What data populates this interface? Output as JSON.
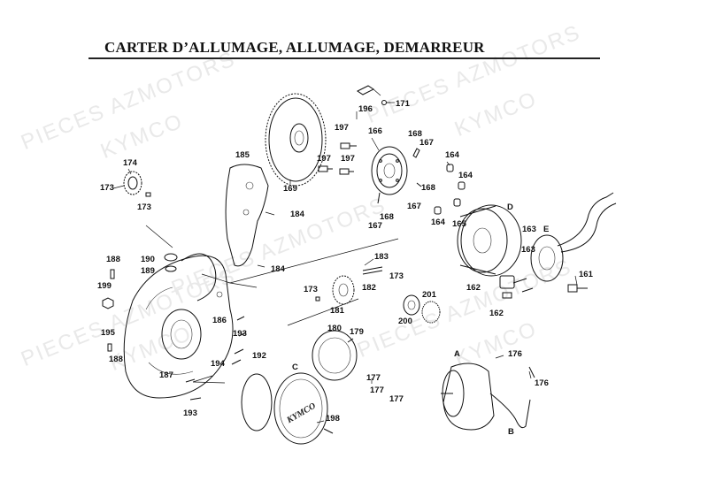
{
  "title": "CARTER D’ALLUMAGE, ALLUMAGE, DEMARREUR",
  "watermarks": [
    "PIECES AZMOTORS",
    "KYMCO"
  ],
  "labels": [
    {
      "id": "196",
      "text": "196"
    },
    {
      "id": "171",
      "text": "171"
    },
    {
      "id": "197a",
      "text": "197"
    },
    {
      "id": "197b",
      "text": "197"
    },
    {
      "id": "197c",
      "text": "197"
    },
    {
      "id": "166",
      "text": "166"
    },
    {
      "id": "168a",
      "text": "168"
    },
    {
      "id": "167a",
      "text": "167"
    },
    {
      "id": "164a",
      "text": "164"
    },
    {
      "id": "164b",
      "text": "164"
    },
    {
      "id": "165",
      "text": "165"
    },
    {
      "id": "164c",
      "text": "164"
    },
    {
      "id": "168b",
      "text": "168"
    },
    {
      "id": "167b",
      "text": "167"
    },
    {
      "id": "168c",
      "text": "168"
    },
    {
      "id": "167c",
      "text": "167"
    },
    {
      "id": "185",
      "text": "185"
    },
    {
      "id": "169",
      "text": "169"
    },
    {
      "id": "184a",
      "text": "184"
    },
    {
      "id": "184b",
      "text": "184"
    },
    {
      "id": "174",
      "text": "174"
    },
    {
      "id": "173a",
      "text": "173"
    },
    {
      "id": "173b",
      "text": "173"
    },
    {
      "id": "D",
      "text": "D"
    },
    {
      "id": "163a",
      "text": "163"
    },
    {
      "id": "163b",
      "text": "163"
    },
    {
      "id": "E",
      "text": "E"
    },
    {
      "id": "161",
      "text": "161"
    },
    {
      "id": "162a",
      "text": "162"
    },
    {
      "id": "162b",
      "text": "162"
    },
    {
      "id": "188a",
      "text": "188"
    },
    {
      "id": "190",
      "text": "190"
    },
    {
      "id": "189",
      "text": "189"
    },
    {
      "id": "199",
      "text": "199"
    },
    {
      "id": "183",
      "text": "183"
    },
    {
      "id": "173c",
      "text": "173"
    },
    {
      "id": "182",
      "text": "182"
    },
    {
      "id": "173d",
      "text": "173"
    },
    {
      "id": "181",
      "text": "181"
    },
    {
      "id": "201",
      "text": "201"
    },
    {
      "id": "200",
      "text": "200"
    },
    {
      "id": "186",
      "text": "186"
    },
    {
      "id": "193a",
      "text": "193"
    },
    {
      "id": "195",
      "text": "195"
    },
    {
      "id": "188b",
      "text": "188"
    },
    {
      "id": "180",
      "text": "180"
    },
    {
      "id": "179",
      "text": "179"
    },
    {
      "id": "194",
      "text": "194"
    },
    {
      "id": "192",
      "text": "192"
    },
    {
      "id": "187",
      "text": "187"
    },
    {
      "id": "193b",
      "text": "193"
    },
    {
      "id": "C",
      "text": "C"
    },
    {
      "id": "198",
      "text": "198"
    },
    {
      "id": "177a",
      "text": "177"
    },
    {
      "id": "177b",
      "text": "177"
    },
    {
      "id": "177c",
      "text": "177"
    },
    {
      "id": "A",
      "text": "A"
    },
    {
      "id": "176a",
      "text": "176"
    },
    {
      "id": "176b",
      "text": "176"
    },
    {
      "id": "B",
      "text": "B"
    }
  ],
  "cover_logo_text": "KYMCO"
}
